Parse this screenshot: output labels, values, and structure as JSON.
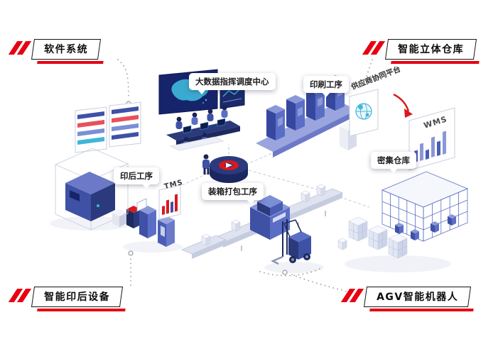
{
  "corners": {
    "top_left": {
      "label": "软件系统"
    },
    "top_right": {
      "label": "智能立体仓库"
    },
    "bottom_left": {
      "label": "智能印后设备"
    },
    "bottom_right": {
      "label": "AGV智能机器人"
    }
  },
  "callouts": {
    "big_data_center": {
      "label": "大数据指挥调度中心"
    },
    "printing": {
      "label": "印刷工序"
    },
    "postpress": {
      "label": "印后工序"
    },
    "packing": {
      "label": "装箱打包工序"
    },
    "dense_warehouse": {
      "label": "密集仓库"
    }
  },
  "floating_labels": {
    "supplier_platform": "供应商协同平台",
    "wms": "WMS",
    "tms": "TMS"
  },
  "colors": {
    "accent_red": "#e60012",
    "navy": "#1e2a5e",
    "primary_blue": "#3f51a5",
    "mid_blue": "#5b6ec6",
    "light_blue": "#8a97d8",
    "screen_teal": "#3fb6d9",
    "wire_blue": "#5b6ec6",
    "connector_gray": "#9a9a9a"
  }
}
